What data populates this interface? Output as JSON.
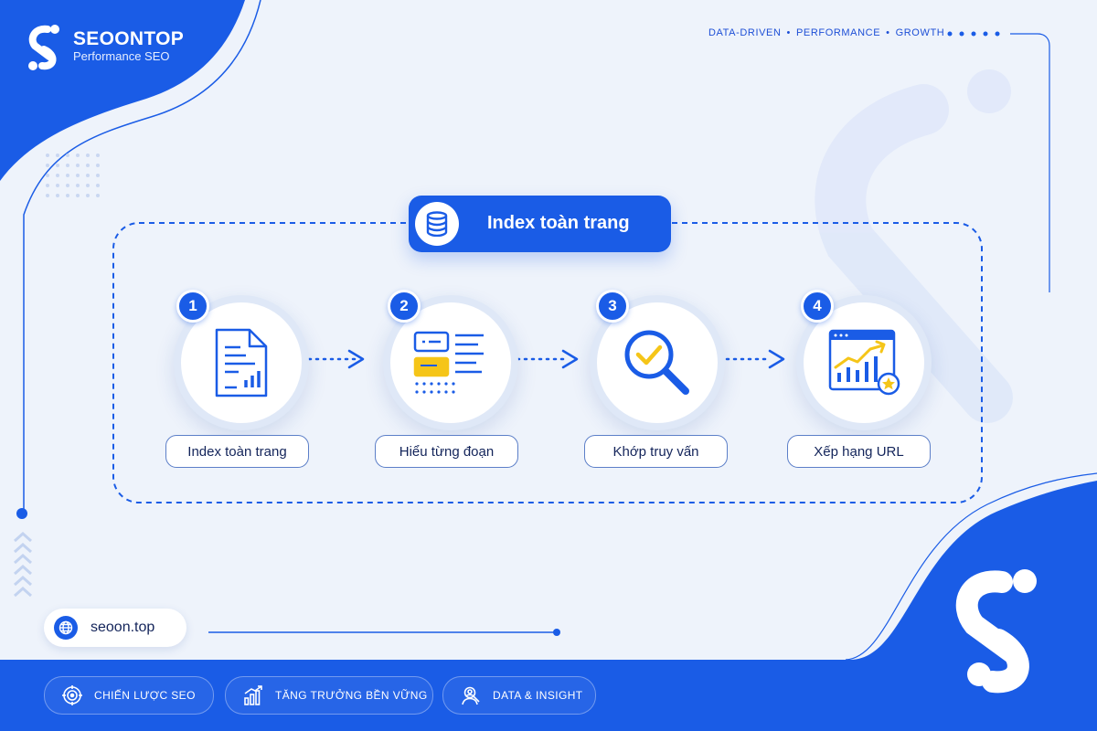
{
  "brand": {
    "name": "SEOONTOP",
    "tagline": "Performance SEO"
  },
  "top_tags": [
    "DATA-DRIVEN",
    "PERFORMANCE",
    "GROWTH"
  ],
  "diagram": {
    "title": "Index toàn trang",
    "steps": [
      {
        "number": "1",
        "label": "Index toàn trang",
        "icon": "document-chart-icon"
      },
      {
        "number": "2",
        "label": "Hiểu từng đoạn",
        "icon": "text-sections-icon"
      },
      {
        "number": "3",
        "label": "Khớp truy vấn",
        "icon": "magnifier-check-icon"
      },
      {
        "number": "4",
        "label": "Xếp hạng URL",
        "icon": "ranking-chart-icon"
      }
    ]
  },
  "footer": {
    "url": "seoon.top",
    "features": [
      {
        "label": "CHIẾN LƯỢC SEO",
        "icon": "target-icon"
      },
      {
        "label": "TĂNG TRƯỞNG BỀN VỮNG",
        "icon": "growth-chart-icon"
      },
      {
        "label": "DATA & INSIGHT",
        "icon": "user-insight-icon"
      }
    ]
  },
  "colors": {
    "brand_blue": "#1a5ce6",
    "background": "#eef3fb",
    "accent_yellow": "#f5c518",
    "text_dark": "#13245a"
  }
}
